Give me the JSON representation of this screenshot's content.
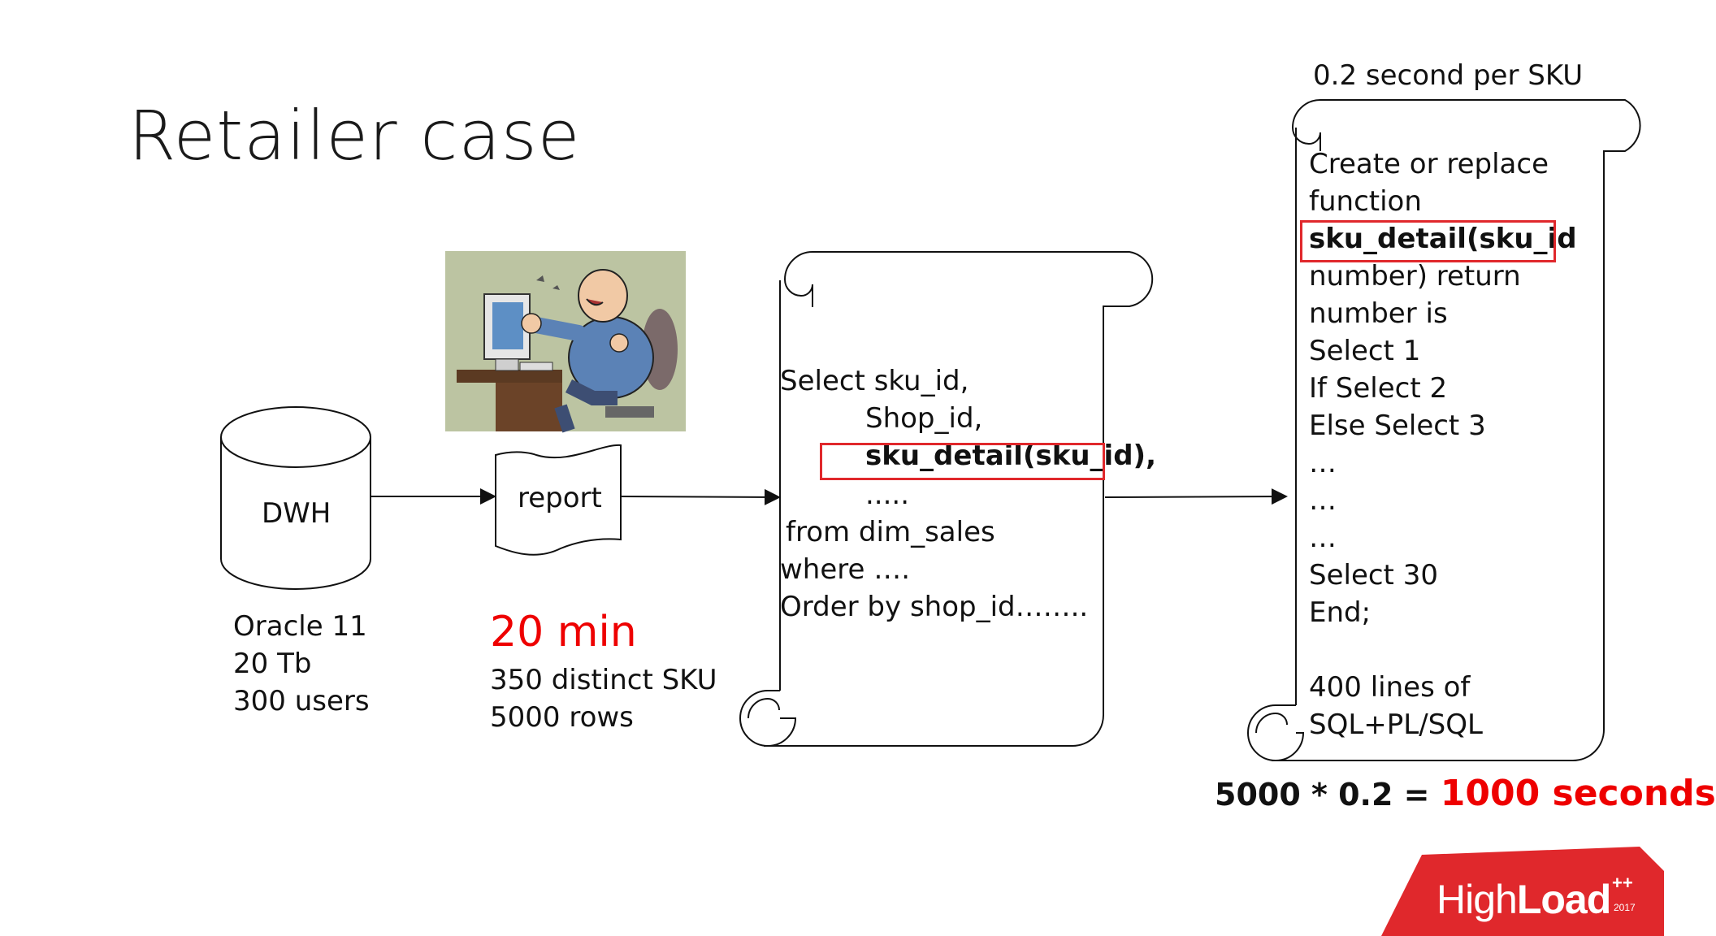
{
  "title": "Retailer case",
  "dwh": {
    "label": "DWH",
    "details": [
      "Oracle 11",
      "20 Tb",
      "300 users"
    ]
  },
  "report": {
    "label": "report",
    "time": "20 min",
    "details": [
      "350 distinct SKU",
      "5000 rows"
    ]
  },
  "query_scroll": {
    "lines": [
      "Select sku_id,",
      "Shop_id,",
      "sku_detail(sku_id),",
      ".....",
      "from dim_sales",
      "where ….",
      "Order by shop_id…….."
    ]
  },
  "function_scroll": {
    "header": "0.2 second per SKU",
    "lines": [
      "Create or replace",
      "function",
      "sku_detail(sku_id",
      "number) return",
      "number is",
      "Select 1",
      "If Select 2",
      "Else Select 3",
      "…",
      "…",
      "…",
      "Select 30",
      "End;",
      "",
      "400 lines of",
      "SQL+PL/SQL"
    ]
  },
  "formula": {
    "left": "5000 * 0.2 = ",
    "result": "1000 seconds"
  },
  "logo": {
    "text_light": "High",
    "text_bold": "Load",
    "superscript": "++",
    "year": "2017"
  },
  "colors": {
    "accent_red": "#e00000",
    "logo_red": "#e0282c"
  }
}
